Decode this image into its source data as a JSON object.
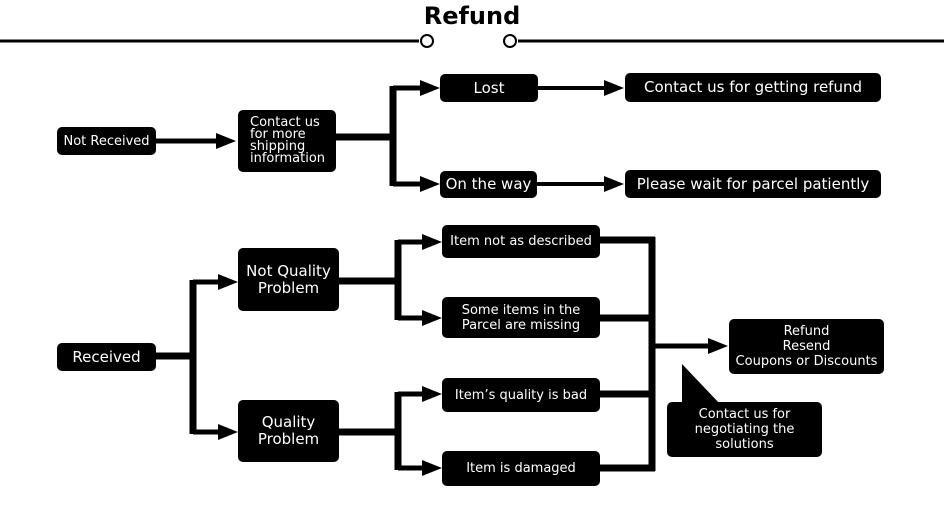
{
  "title": "Refund",
  "nodes": {
    "not_received": "Not Received",
    "contact_more_info": "Contact us\nfor more\nshipping\ninformation",
    "lost": "Lost",
    "contact_refund": "Contact us for getting refund",
    "on_the_way": "On the way",
    "please_wait": "Please wait for parcel patiently",
    "received": "Received",
    "not_quality_problem": "Not Quality\nProblem",
    "quality_problem": "Quality\nProblem",
    "item_not_described": "Item not as described",
    "items_missing": "Some items in the\nParcel are missing",
    "quality_bad": "Item’s quality is bad",
    "item_damaged": "Item is damaged",
    "refund_options": "Refund\nResend\nCoupons or Discounts",
    "contact_negotiate": "Contact us for\nnegotiating the\nsolutions"
  },
  "colors": {
    "ink": "#000000",
    "background": "#ffffff",
    "box_text": "#ffffff"
  }
}
